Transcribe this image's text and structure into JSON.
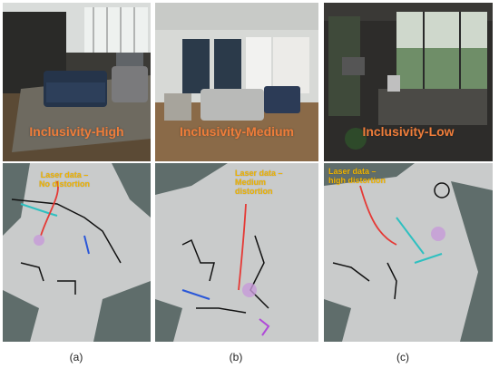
{
  "panels": [
    {
      "inclusivity_label": "Inclusivity-High",
      "laser_label_line1": "Laser data –",
      "laser_label_line2": "No distortion",
      "laser_label_line3": "",
      "caption": "(a)"
    },
    {
      "inclusivity_label": "Inclusivity-Medium",
      "laser_label_line1": "Laser data –",
      "laser_label_line2": "Medium",
      "laser_label_line3": "distortion",
      "caption": "(b)"
    },
    {
      "inclusivity_label": "Inclusivity-Low",
      "laser_label_line1": "Laser data –",
      "laser_label_line2": "high distortion",
      "laser_label_line3": "",
      "caption": "(c)"
    }
  ],
  "colors": {
    "inclusivity_label": "#ef7d3a",
    "laser_label": "#f0b400",
    "robot_path": "#e53935",
    "map_free_space": "#c9cbcb",
    "map_unknown": "#5f6d6b",
    "goal_marker": "#c79ad8"
  }
}
